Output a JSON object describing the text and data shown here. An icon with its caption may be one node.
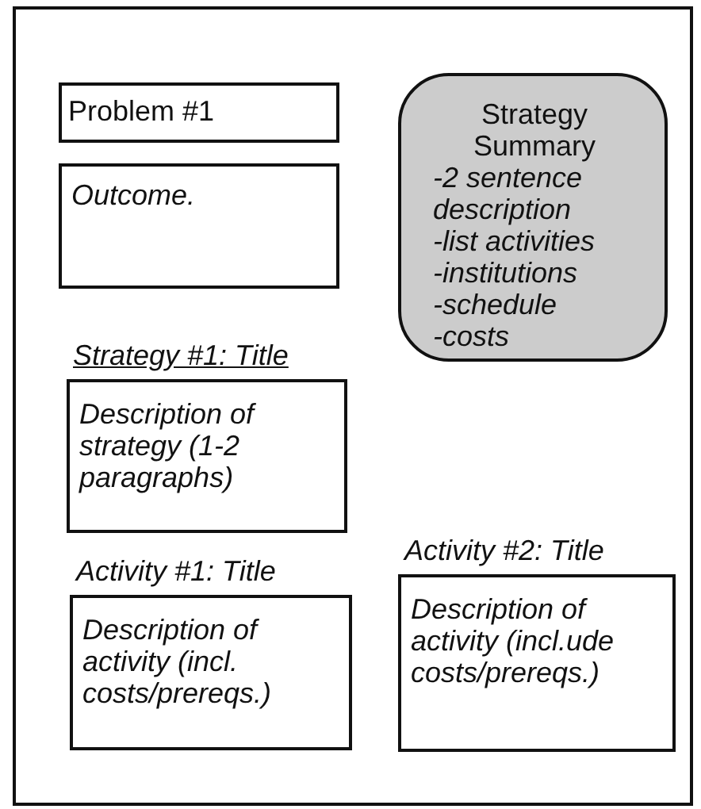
{
  "diagram": {
    "nodes": [
      {
        "text": [],
        "shape": "box"
      },
      {
        "text": [
          "Problem #1"
        ],
        "in": 0
      },
      {
        "text": [
          "Outcome."
        ],
        "in": 0
      },
      {
        "text": [
          "Strategy Summary",
          "-2 sentence description",
          "-list activities",
          "-institutions",
          "-schedule",
          "-costs"
        ],
        "in": 0
      },
      {
        "text": [
          "Strategy #1: Title",
          "Description of strategy (1-2 paragraphs)"
        ],
        "in": 0
      },
      {
        "text": [
          "Activity #1: Title",
          "Description of activity (incl. costs/prereqs.)"
        ],
        "in": 0
      },
      {
        "text": [
          "Activity #2: Title",
          "Description of activity (incl.ude costs/prereqs.)"
        ],
        "in": 0
      }
    ],
    "edges": []
  }
}
